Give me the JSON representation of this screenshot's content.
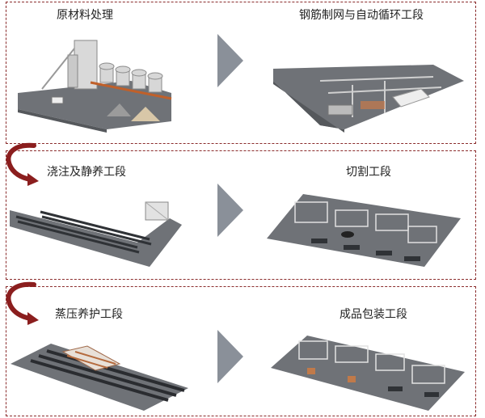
{
  "stages": [
    {
      "label": "原材料处理"
    },
    {
      "label": "钢筋制网与自动循环工段"
    },
    {
      "label": "浇注及静养工段"
    },
    {
      "label": "切割工段"
    },
    {
      "label": "蒸压养护工段"
    },
    {
      "label": "成品包装工段"
    }
  ],
  "colors": {
    "border": "#8b2c2c",
    "arrow_gray": "#8a9099",
    "curve_red": "#8b1e1e",
    "floor": "#6f7277"
  }
}
